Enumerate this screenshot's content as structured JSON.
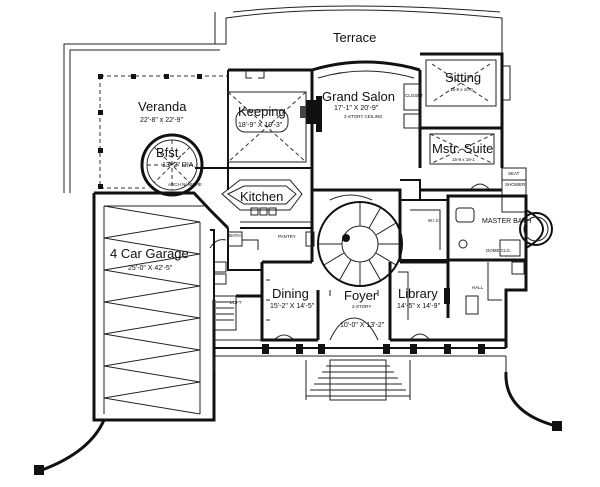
{
  "plan": {
    "terrace": {
      "name": "Terrace"
    },
    "sitting": {
      "name": "Sitting",
      "dims": "15-9 x 10-0"
    },
    "closet": {
      "name": "CLOSET"
    },
    "veranda": {
      "name": "Veranda",
      "dims": "22'-8\" x 22'-9\""
    },
    "keeping": {
      "name": "Keeping",
      "dims": "18'-9\" X 19'-3\""
    },
    "grand_salon": {
      "name": "Grand Salon",
      "dims": "17'-1\" X 20'-9\"",
      "note": "2-STORY CEILING"
    },
    "bfst": {
      "name": "Bfst.",
      "dims": "13'-2\" DIA."
    },
    "arch": {
      "name": "ARCH N/ NICHE"
    },
    "mstr_suite": {
      "name": "Mstr. Suite",
      "dims": "15-9 x 18-1"
    },
    "seat": {
      "name": "SEAT"
    },
    "shower": {
      "name": "SHOWER"
    },
    "kitchen": {
      "name": "Kitchen"
    },
    "master_bath": {
      "name": "MASTER BATH",
      "note": "DOME CLG."
    },
    "wic": {
      "name": "W.I.C."
    },
    "garage": {
      "name": "4 Car Garage",
      "dims": "25'-0\" X 42'-5\""
    },
    "bath": {
      "name": "BATH"
    },
    "pantry": {
      "name": "PANTRY"
    },
    "dining": {
      "name": "Dining",
      "dims": "15'-2\" X 14'-5\""
    },
    "foyer": {
      "name": "Foyer",
      "dims": "10'-0\" X 13'-2\"",
      "note": "2-STORY"
    },
    "library": {
      "name": "Library",
      "dims": "14'-5\" x 14'-9\""
    },
    "loft": {
      "name": "LOFT"
    },
    "hall": {
      "name": "HALL"
    }
  }
}
